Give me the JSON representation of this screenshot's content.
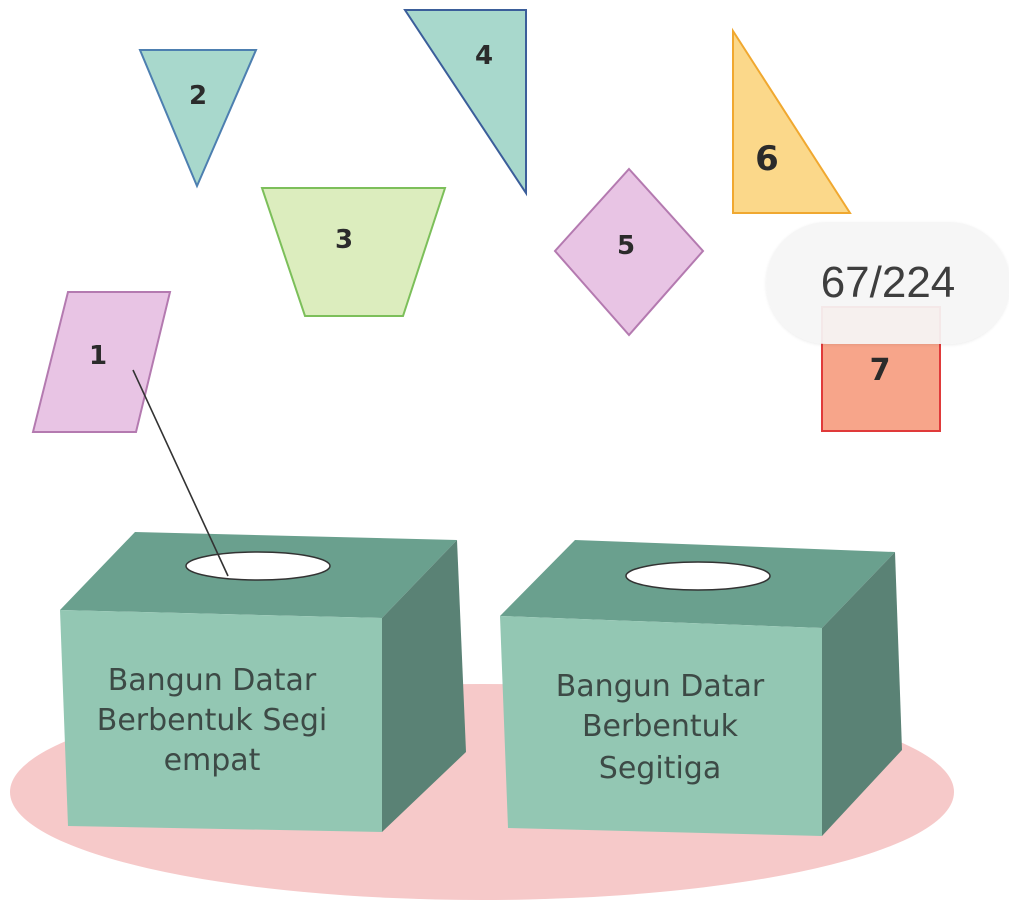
{
  "shapes": [
    {
      "id": "1",
      "kind": "parallelogram",
      "color": "#e8c4e4",
      "stroke": "#b47ab0"
    },
    {
      "id": "2",
      "kind": "triangle",
      "color": "#a8d8cc",
      "stroke": "#4d7fb0"
    },
    {
      "id": "3",
      "kind": "trapezoid",
      "color": "#dcedbe",
      "stroke": "#7cbf5a"
    },
    {
      "id": "4",
      "kind": "right-triangle",
      "color": "#a8d8cc",
      "stroke": "#3b5e9a"
    },
    {
      "id": "5",
      "kind": "rhombus",
      "color": "#e8c4e4",
      "stroke": "#b47ab0"
    },
    {
      "id": "6",
      "kind": "right-triangle",
      "color": "#fbd88a",
      "stroke": "#f0a830"
    },
    {
      "id": "7",
      "kind": "rectangle",
      "color": "#f7a58a",
      "stroke": "#e03a3a"
    }
  ],
  "boxes": [
    {
      "lines": [
        "Bangun Datar",
        "Berbentuk Segi",
        "empat"
      ]
    },
    {
      "lines": [
        "Bangun Datar",
        "Berbentuk",
        "Segitiga"
      ]
    }
  ],
  "colors": {
    "box_front": "#93c7b3",
    "box_top": "#6aa08e",
    "box_side": "#5a8275",
    "base": "#f6c9c9"
  },
  "page_indicator": "67/224"
}
